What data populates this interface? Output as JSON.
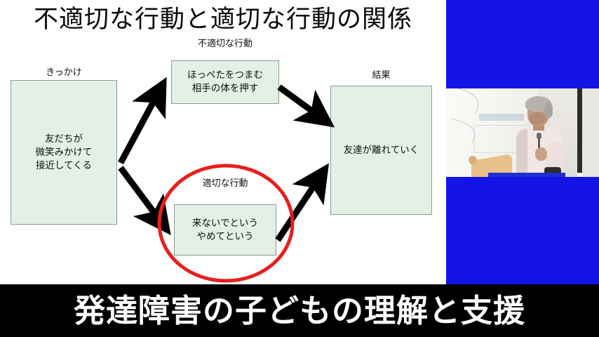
{
  "slide": {
    "title": "不適切な行動と適切な行動の関係",
    "nodes": [
      {
        "key": "trigger",
        "label": "きっかけ",
        "text": "友だちが\n微笑みかけて\n接近してくる"
      },
      {
        "key": "inappropriate",
        "label": "不適切な行動",
        "text": "ほっぺたをつまむ\n相手の体を押す"
      },
      {
        "key": "appropriate",
        "label": "適切な行動",
        "text": "来ないでという\nやめてという"
      },
      {
        "key": "result",
        "label": "結果",
        "text": "友達が離れていく"
      }
    ],
    "arrows": [
      {
        "name": "trigger-to-inappropriate"
      },
      {
        "name": "inappropriate-to-result"
      },
      {
        "name": "trigger-to-appropriate"
      },
      {
        "name": "appropriate-to-result"
      }
    ],
    "highlight": {
      "name": "red-circle-around-appropriate-behavior",
      "color": "#e81e1e"
    },
    "colors": {
      "box_fill": "#e2f0e6",
      "box_border": "#8c9c92",
      "arrow": "#000000",
      "title_text": "#0a0a0a"
    }
  },
  "video": {
    "panel_background": "#1414e6",
    "scene_description": "発表者"
  },
  "caption": {
    "text": "発達障害の子どもの理解と支援",
    "background": "#000000",
    "color": "#ffffff"
  }
}
